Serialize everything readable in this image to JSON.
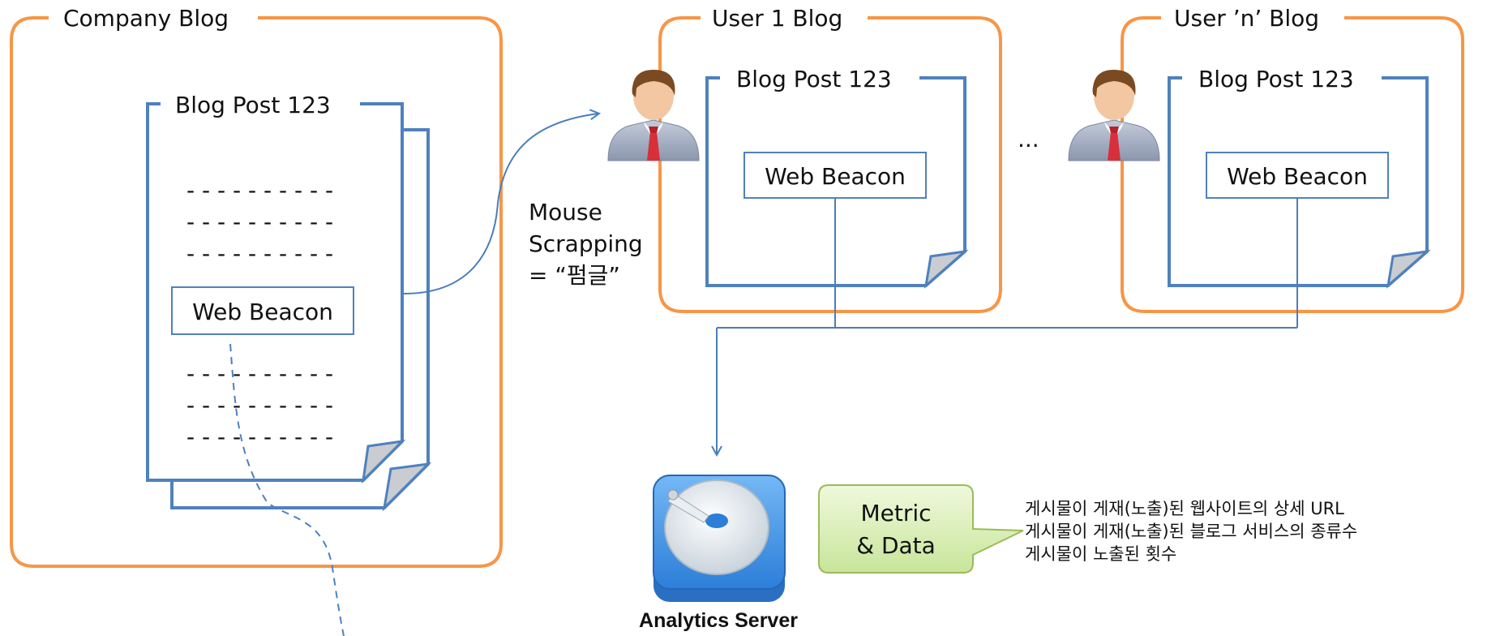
{
  "company_blog": {
    "title": "Company Blog",
    "post_title": "Blog Post 123",
    "beacon": "Web Beacon",
    "placeholder_line": "- - - - - - - - - -"
  },
  "scrap_caption": {
    "line1": "Mouse",
    "line2": "Scrapping",
    "line3": "= “펌글”"
  },
  "user1_blog": {
    "title": "User 1 Blog",
    "post_title": "Blog Post 123",
    "beacon": "Web Beacon"
  },
  "ellipsis": "...",
  "usern_blog": {
    "title": "User ’n’ Blog",
    "post_title": "Blog Post 123",
    "beacon": "Web Beacon"
  },
  "server": {
    "label": "Analytics Server"
  },
  "callout": {
    "line1": "Metric",
    "line2": "& Data"
  },
  "metrics": [
    "게시물이 게재(노출)된 웹사이트의 상세 URL",
    "게시물이 게재(노출)된 블로그 서비스의 종류수",
    "게시물이 노출된 횟수"
  ],
  "colors": {
    "frame_orange": "#F79646",
    "doc_blue": "#4F81BD",
    "arrow_blue": "#4A7EBB",
    "callout_fill": "#D7EFB0",
    "callout_stroke": "#9BBB59",
    "server_blue": "#3A8EE6"
  },
  "icons": [
    "user-avatar-icon",
    "hard-disk-icon"
  ]
}
